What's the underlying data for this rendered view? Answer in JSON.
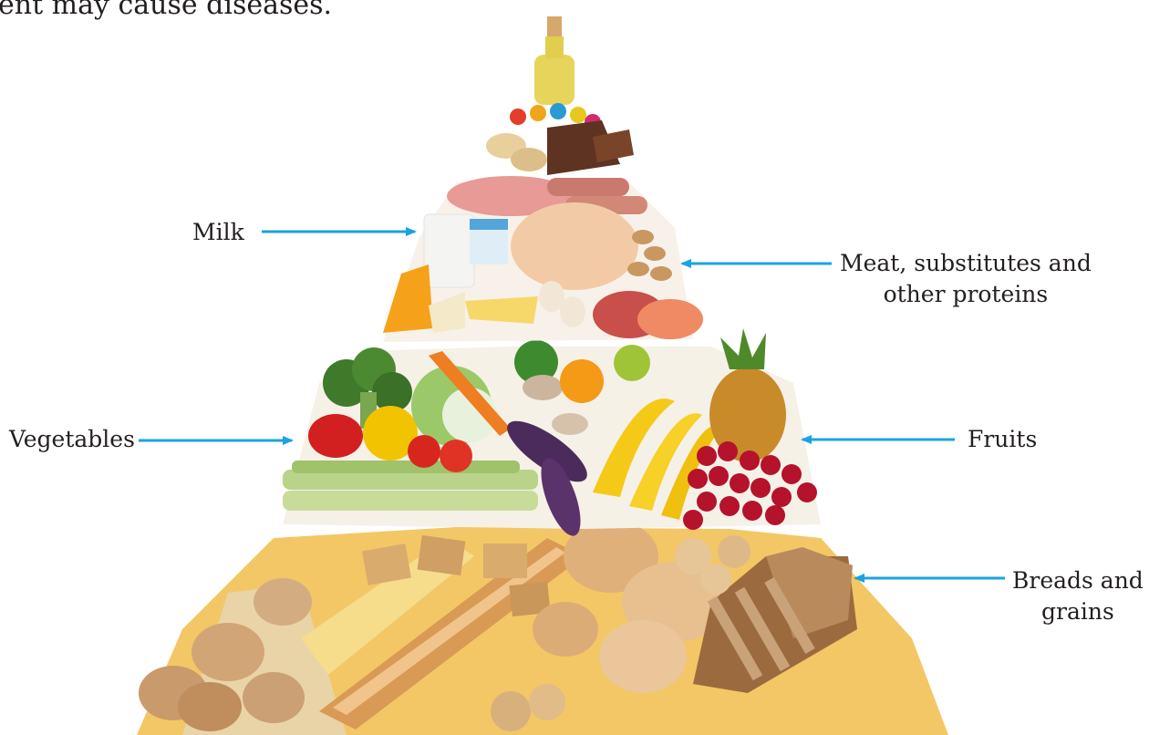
{
  "intro_text": "ent may cause diseases.",
  "labels": {
    "milk": "Milk",
    "meat_line1": "Meat, substitutes and",
    "meat_line2": "other proteins",
    "vegetables": "Vegetables",
    "fruits": "Fruits",
    "breads_line1": "Breads and",
    "breads_line2": "grains"
  },
  "colors": {
    "arrow": "#1aa3e0",
    "text": "#231f20"
  },
  "icons": [
    "oil-bottle-icon",
    "chocolate-icon",
    "chicken-icon",
    "milk-glass-icon",
    "cheese-icon",
    "broccoli-icon",
    "pepper-icon",
    "tomato-icon",
    "eggplant-icon",
    "banana-icon",
    "pineapple-icon",
    "grapes-icon",
    "bread-icon",
    "potato-icon",
    "pasta-icon"
  ]
}
